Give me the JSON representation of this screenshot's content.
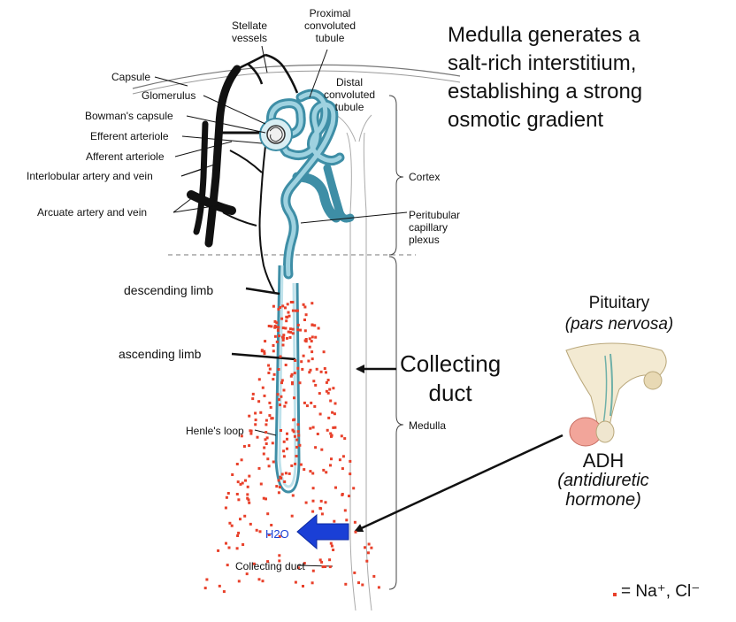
{
  "title_lines": [
    "Medulla generates a",
    "salt-rich interstitium,",
    "establishing a strong",
    "osmotic gradient"
  ],
  "labels": {
    "stellate_vessels": [
      "Stellate",
      "vessels"
    ],
    "proximal_convoluted_tubule": [
      "Proximal",
      "convoluted",
      "tubule"
    ],
    "distal_convoluted_tubule": [
      "Distal",
      "convoluted",
      "tubule"
    ],
    "capsule": "Capsule",
    "glomerulus": "Glomerulus",
    "bowmans_capsule": "Bowman's capsule",
    "efferent_arteriole": "Efferent arteriole",
    "afferent_arteriole": "Afferent arteriole",
    "interlobular_artery_vein": "Interlobular artery and vein",
    "arcuate_artery_vein": "Arcuate artery and vein",
    "cortex": "Cortex",
    "peritubular_capillary_plexus": [
      "Peritubular",
      "capillary",
      "plexus"
    ],
    "descending_limb": "descending limb",
    "ascending_limb": "ascending limb",
    "henles_loop": "Henle's loop",
    "medulla": "Medulla",
    "collecting_duct_bottom": "Collecting duct",
    "h2o": "H2O"
  },
  "collecting_duct_callout": [
    "Collecting",
    "duct"
  ],
  "pituitary": {
    "name": "Pituitary",
    "sub": "(pars nervosa)"
  },
  "adh": {
    "name": "ADH",
    "full": [
      "(antidiuretic",
      "hormone)"
    ]
  },
  "legend": {
    "text": "= Na⁺, Cl⁻",
    "marker_color": "#e8402a"
  },
  "colors": {
    "tubule": "#8ec8d8",
    "tubule_dark": "#3e8ea6",
    "vessel": "#111111",
    "salt": "#e8402a",
    "arrow_h2o": "#1a3fd6",
    "h2o_text": "#1a3fd6"
  }
}
